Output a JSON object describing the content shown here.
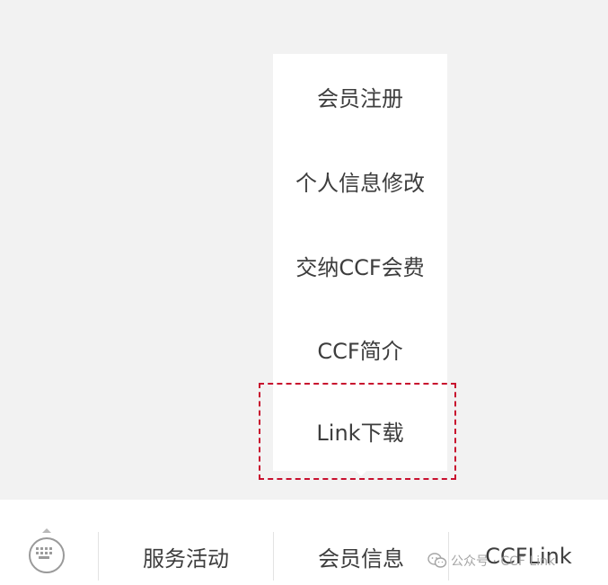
{
  "popup_menu": {
    "items": [
      {
        "label": "会员注册"
      },
      {
        "label": "个人信息修改"
      },
      {
        "label": "交纳CCF会费"
      },
      {
        "label": "CCF简介"
      },
      {
        "label": "Link下载"
      }
    ],
    "highlighted_item": "Link下载"
  },
  "bottom_bar": {
    "keyboard_icon": "keyboard-icon",
    "tabs": [
      {
        "label": "服务活动"
      },
      {
        "label": "会员信息"
      },
      {
        "label": "CCFLink"
      }
    ]
  },
  "watermark": {
    "icon": "wechat-icon",
    "text": "公众号 · CCF Link"
  },
  "colors": {
    "background": "#f2f2f2",
    "menu_bg": "#ffffff",
    "highlight": "#c8102e",
    "text": "#3d3d3d"
  }
}
